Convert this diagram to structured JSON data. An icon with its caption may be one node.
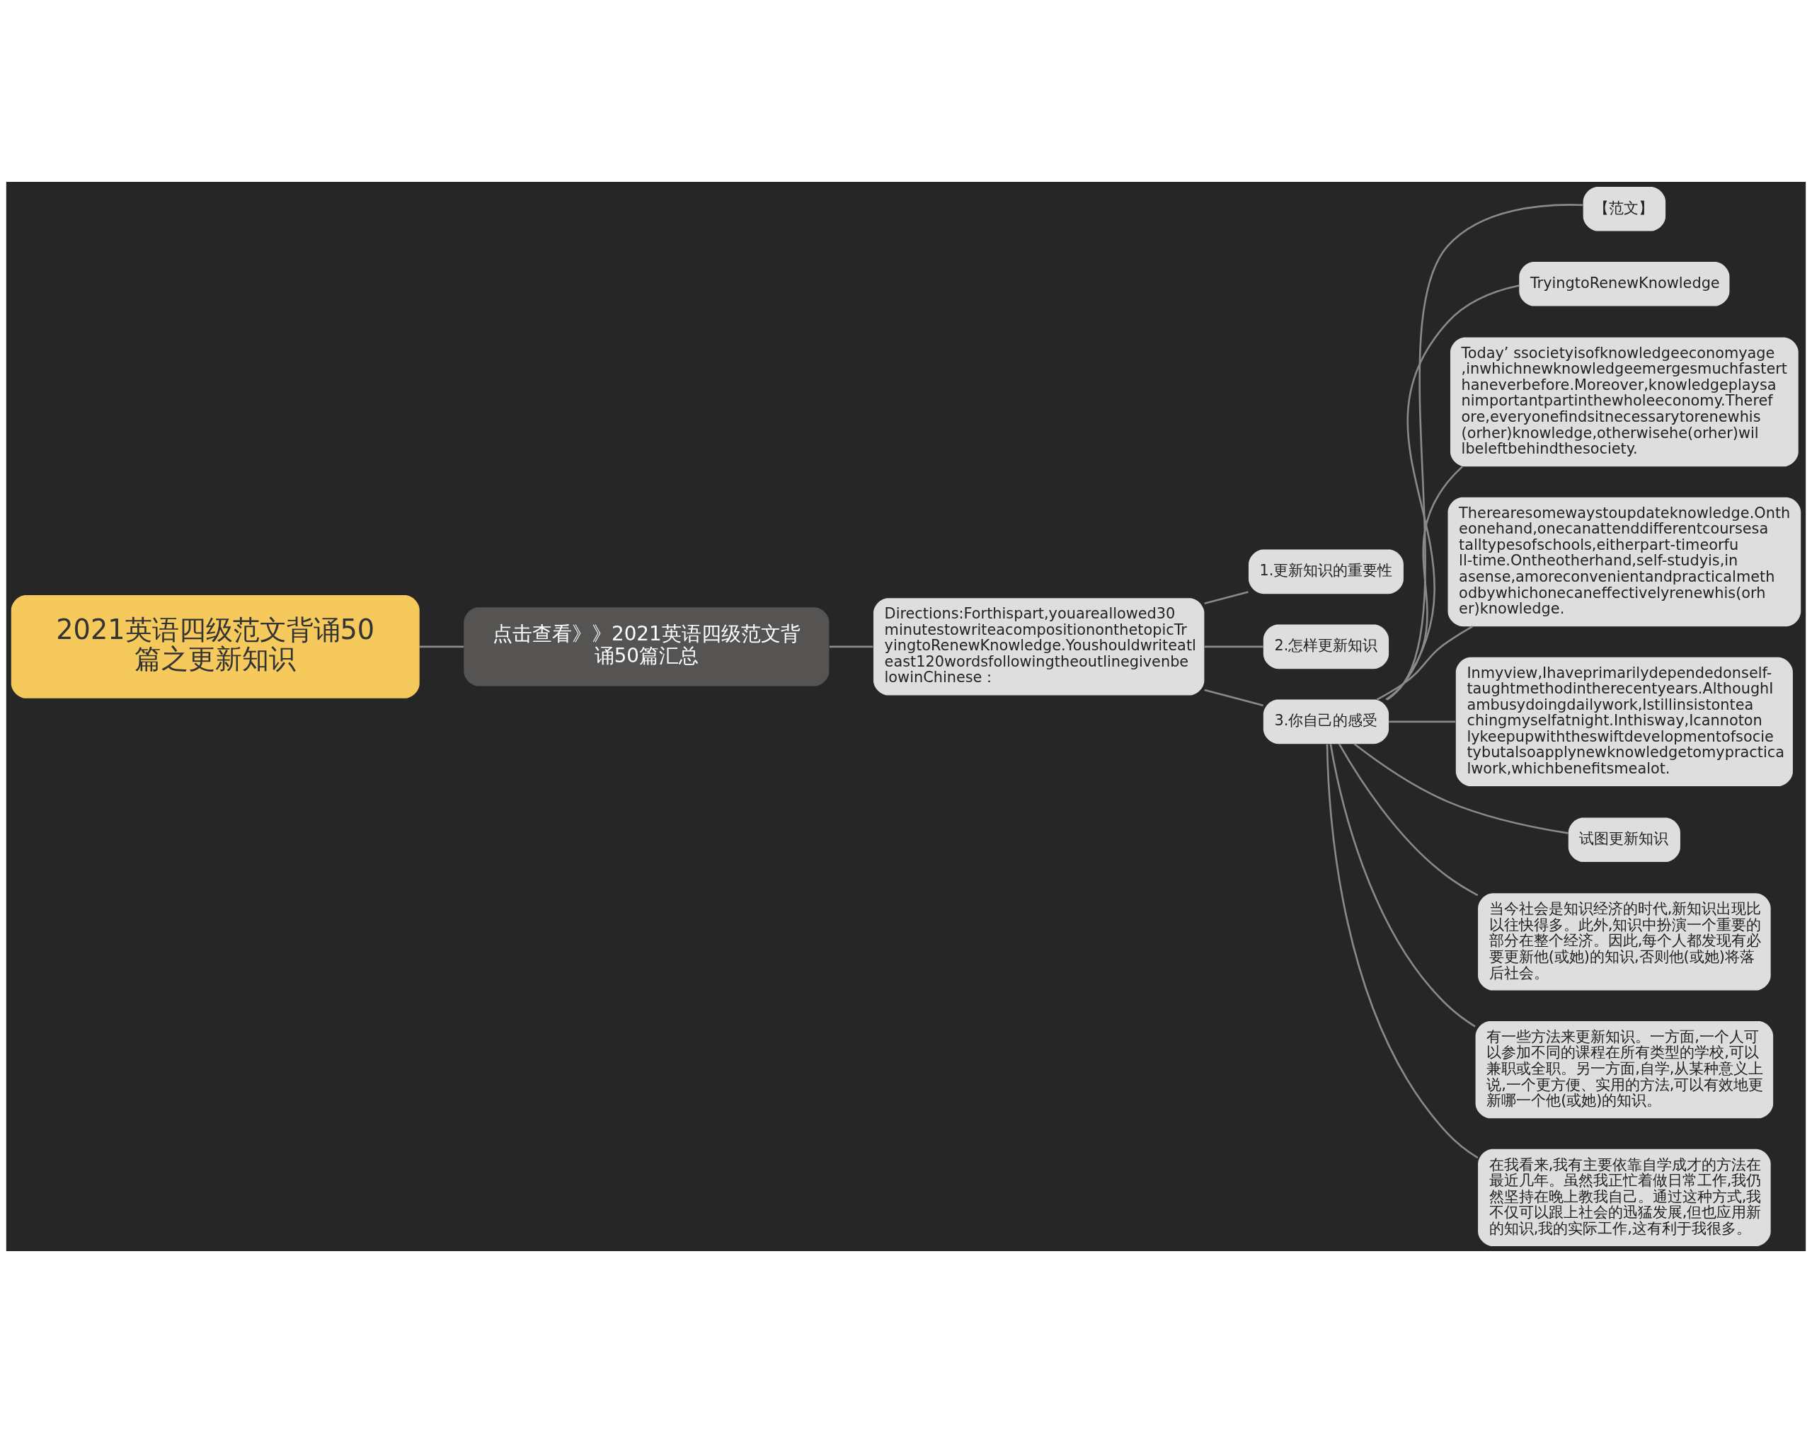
{
  "diagram": {
    "nodes": [
      {
        "text": [
          "2021英语四级范文背诵50篇之更新知识"
        ]
      },
      {
        "text": [
          "点击查看》》2021英语四级范文背诵50篇汇总"
        ]
      },
      {
        "text": [
          "Directions:Forthispart,youareallowed30minutestowriteacompositiononthetopicTryingtoRenewKnowledge.Youshouldwriteatleast120wordsfollowingtheoutlinegivenbelowinChinese："
        ]
      },
      {
        "text": [
          "1.更新知识的重要性"
        ]
      },
      {
        "text": [
          "2.怎样更新知识"
        ]
      },
      {
        "text": [
          "3.你自己的感受"
        ]
      },
      {
        "text": [
          "【范文】"
        ]
      },
      {
        "text": [
          "TryingtoRenewKnowledge"
        ]
      },
      {
        "text": [
          "Today’ ssocietyisofknowledgeeconomyage,inwhichnewknowledgeemergesmuchfasterthaneverbefore.Moreover,knowledgeplaysanimportantpartinthewholeeconomy.Therefore,everyonefindsitnecessarytorenewhis(orher)knowledge,otherwisehe(orher)willbeleftbehindthesociety."
        ]
      },
      {
        "text": [
          "Therearesomewaystoupdateknowledge.Ontheonehand,onecanattenddifferentcoursesatalltypesofschools,eitherpart-timeorfull-time.Ontheotherhand,self-studyis,inasense,amoreconvenientandpracticalmethodbywhichonecaneffectivelyrenewhis(orher)knowledge."
        ]
      },
      {
        "text": [
          "Inmyview,Ihaveprimarilydependedonself-taughtmethodintherecentyears.AlthoughIambusydoingdailywork,Istillinsistonteachingmyselfatnight.Inthisway,Icannotonlykeepupwiththeswiftdevelopmentofsocietybutalsoapplynewknowledgetomypracticalwork,whichbenefitsmealot."
        ]
      },
      {
        "text": [
          "试图更新知识"
        ]
      },
      {
        "text": [
          "当今社会是知识经济的时代,新知识出现比以往快得多。此外,知识中扮演一个重要的部分在整个经济。因此,每个人都发现有必要更新他(或她)的知识,否则他(或她)将落后社会。"
        ]
      },
      {
        "text": [
          "有一些方法来更新知识。一方面,一个人可以参加不同的课程在所有类型的学校,可以兼职或全职。另一方面,自学,从某种意义上说,一个更方便、实用的方法,可以有效地更新哪一个他(或她)的知识。"
        ]
      },
      {
        "text": [
          "在我看来,我有主要依靠自学成才的方法在最近几年。虽然我正忙着做日常工作,我仍然坚持在晚上教我自己。通过这种方式,我不仅可以跟上社会的迅猛发展,但也应用新的知识,我的实际工作,这有利于我很多。"
        ]
      }
    ],
    "edges": [
      {
        "from": 0,
        "to": 1,
        "arrow": "none"
      },
      {
        "from": 1,
        "to": 2,
        "arrow": "none"
      },
      {
        "from": 2,
        "to": 3,
        "arrow": "none"
      },
      {
        "from": 2,
        "to": 4,
        "arrow": "none"
      },
      {
        "from": 2,
        "to": 5,
        "arrow": "none"
      },
      {
        "from": 5,
        "to": 6,
        "arrow": "none"
      },
      {
        "from": 5,
        "to": 7,
        "arrow": "none"
      },
      {
        "from": 5,
        "to": 8,
        "arrow": "none"
      },
      {
        "from": 5,
        "to": 9,
        "arrow": "none"
      },
      {
        "from": 5,
        "to": 10,
        "arrow": "none"
      },
      {
        "from": 5,
        "to": 11,
        "arrow": "none"
      },
      {
        "from": 5,
        "to": 12,
        "arrow": "none"
      },
      {
        "from": 5,
        "to": 13,
        "arrow": "none"
      },
      {
        "from": 5,
        "to": 14,
        "arrow": "none"
      }
    ]
  }
}
